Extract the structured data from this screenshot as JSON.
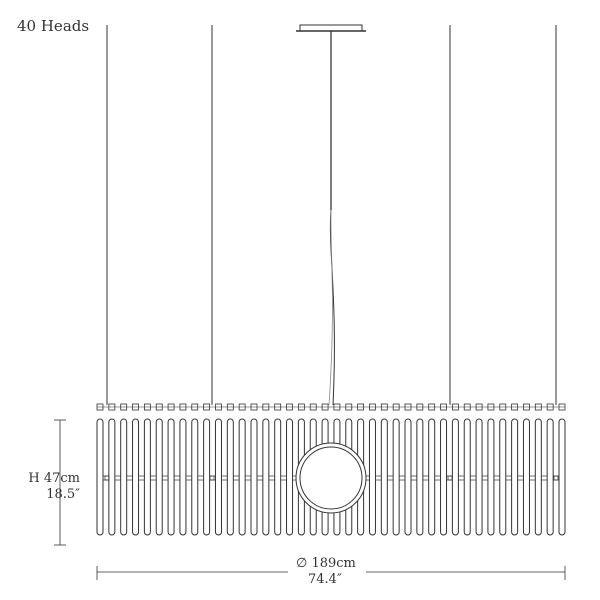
{
  "title": "40 Heads",
  "height_cm": "H 47cm",
  "height_in": "18.5″",
  "diameter_cm": "∅ 189cm",
  "diameter_in": "74.4″",
  "heads": 40,
  "line_color": "#333333"
}
